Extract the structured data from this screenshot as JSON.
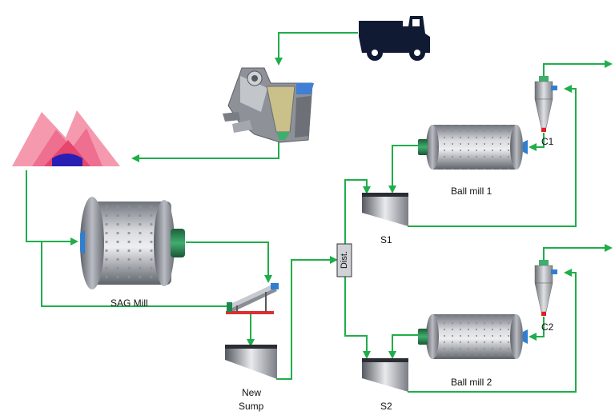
{
  "labels": {
    "sag_mill": "SAG Mill",
    "new_sump_line1": "New",
    "new_sump_line2": "Sump",
    "dist": "Dist.",
    "ball_mill_1": "Ball mill 1",
    "ball_mill_2": "Ball mill 2",
    "s1": "S1",
    "s2": "S2",
    "c1": "C1",
    "c2": "C2"
  },
  "colors": {
    "flow_line": "#1fae4a",
    "truck": "#111a33",
    "stockpile_outer": "#f59aae",
    "stockpile_inner": "#e6456e",
    "stockpile_core": "#2a1fb5",
    "mill_body": "#a9acb3",
    "mill_flange": "#2e8b57",
    "cyclone_tip": "#e02020",
    "screen_frame": "#d93030",
    "screen_deck": "#1a8a4c"
  },
  "icons": [
    "truck-icon",
    "crusher-icon",
    "stockpile-icon"
  ]
}
